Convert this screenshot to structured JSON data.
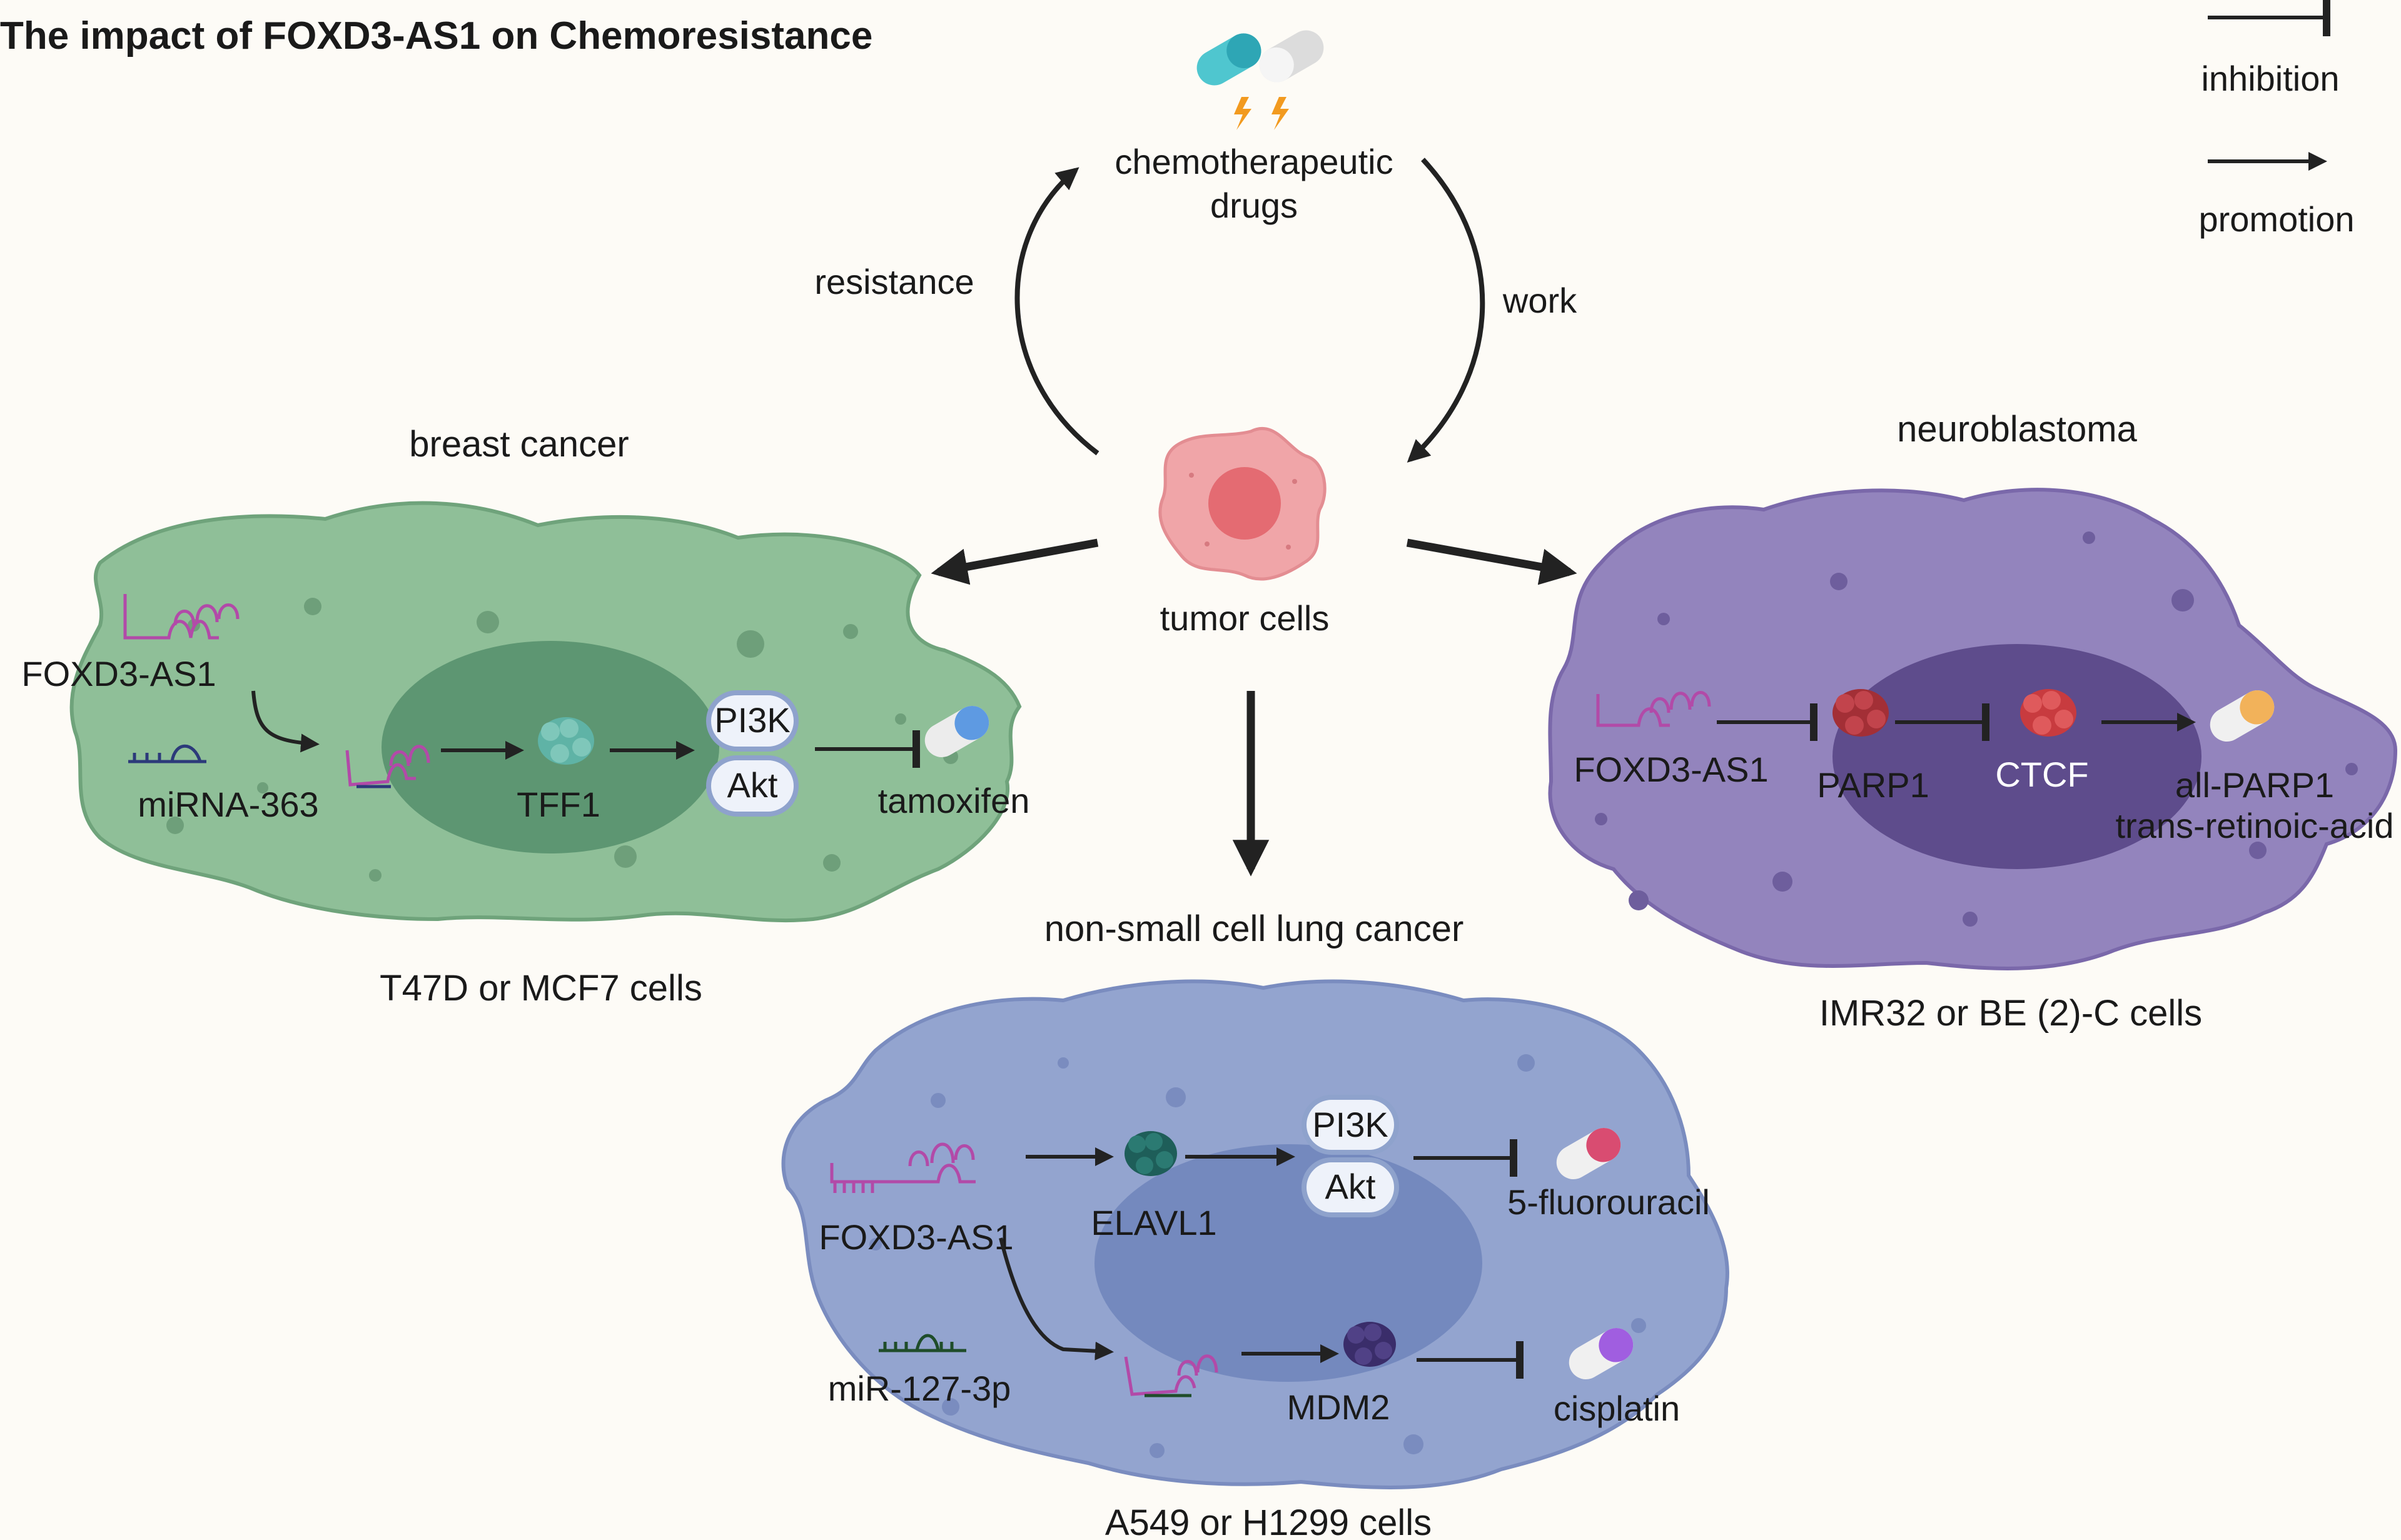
{
  "title": "The impact of FOXD3-AS1 on Chemoresistance",
  "legend": {
    "inhibition": "inhibition",
    "promotion": "promotion"
  },
  "center": {
    "drugs_line1": "chemotherapeutic",
    "drugs_line2": "drugs",
    "resistance": "resistance",
    "work": "work",
    "tumor": "tumor cells"
  },
  "breast": {
    "title": "breast cancer",
    "lnc": "FOXD3-AS1",
    "mirna": "miRNA-363",
    "target": "TFF1",
    "pi3k": "PI3K",
    "akt": "Akt",
    "drug": "tamoxifen",
    "cells": "T47D or MCF7 cells"
  },
  "neuro": {
    "title": "neuroblastoma",
    "lnc": "FOXD3-AS1",
    "parp": "PARP1",
    "ctcf": "CTCF",
    "drug1": "all-PARP1",
    "drug2": "trans-retinoic-acid",
    "cells": "IMR32 or BE (2)-C cells"
  },
  "lung": {
    "title": "non-small cell lung cancer",
    "lnc": "FOXD3-AS1",
    "elavl": "ELAVL1",
    "pi3k": "PI3K",
    "akt": "Akt",
    "drug1": "5-fluorouracil",
    "mirna": "miR-127-3p",
    "mdm2": "MDM2",
    "drug2": "cisplatin",
    "cells": "A549 or H1299 cells"
  },
  "colors": {
    "breast_cell": "#8fbf98",
    "breast_nucleus": "#5d9672",
    "neuro_cell": "#9384bd",
    "neuro_nucleus": "#5e4c8c",
    "lung_cell": "#93a4cf",
    "lung_nucleus": "#7489be",
    "tumor": "#f0a5a8",
    "rna": "#b24aa8"
  }
}
